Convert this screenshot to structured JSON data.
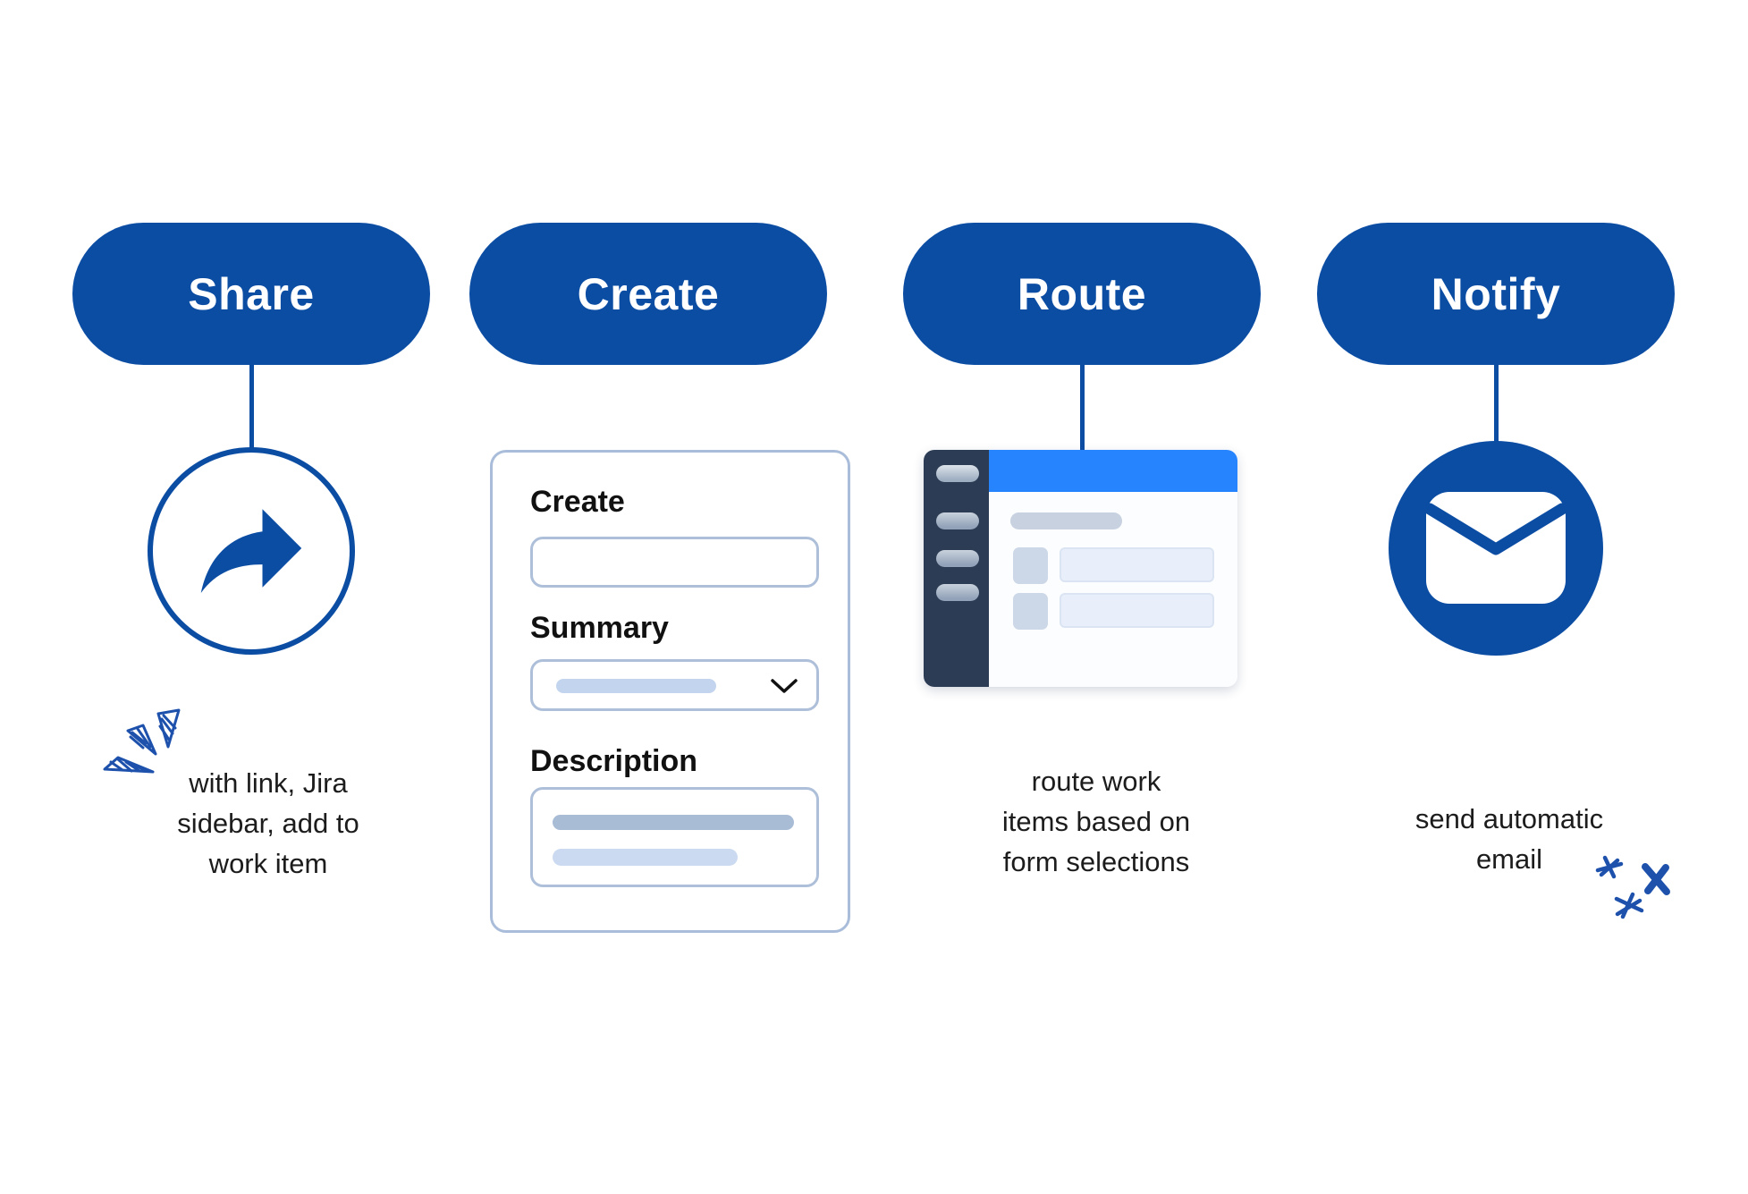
{
  "steps": [
    {
      "label": "Share",
      "icon": "share-arrow-icon",
      "caption_lines": [
        "with link, Jira",
        "sidebar, add to",
        "work item"
      ]
    },
    {
      "label": "Create",
      "icon": "form-card-graphic",
      "form": {
        "create_label": "Create",
        "summary_label": "Summary",
        "description_label": "Description"
      }
    },
    {
      "label": "Route",
      "icon": "app-window-graphic",
      "caption_lines": [
        "route work",
        "items based on",
        "form selections"
      ]
    },
    {
      "label": "Notify",
      "icon": "email-envelope-icon",
      "caption_lines": [
        "send automatic",
        "email"
      ]
    }
  ],
  "colors": {
    "primary_blue": "#0c4da4",
    "bright_blue": "#2684ff",
    "dark_navy": "#2c3c54",
    "light_placeholder": "#c3d5ee",
    "dark_placeholder": "#a9bcd6",
    "card_border": "#a9bdda",
    "text_dark": "#1c1c1c",
    "doodle_blue": "#1d51ac"
  }
}
